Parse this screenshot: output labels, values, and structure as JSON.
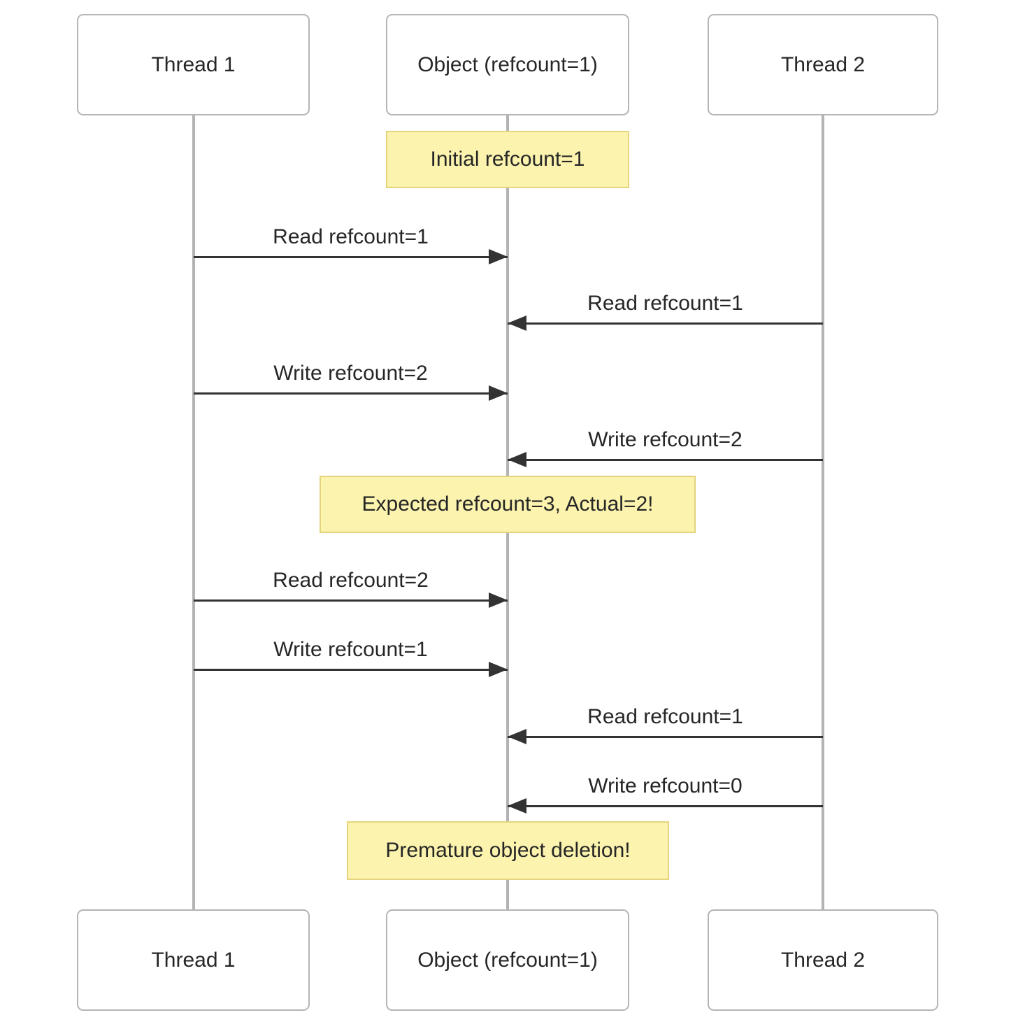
{
  "participants": [
    {
      "label": "Thread 1"
    },
    {
      "label": "Object (refcount=1)"
    },
    {
      "label": "Thread 2"
    }
  ],
  "messages": [
    {
      "from": "Thread 1",
      "to": "Object",
      "direction": "right",
      "label": "Read refcount=1"
    },
    {
      "from": "Thread 2",
      "to": "Object",
      "direction": "left",
      "label": "Read refcount=1"
    },
    {
      "from": "Thread 1",
      "to": "Object",
      "direction": "right",
      "label": "Write refcount=2"
    },
    {
      "from": "Thread 2",
      "to": "Object",
      "direction": "left",
      "label": "Write refcount=2"
    },
    {
      "from": "Thread 1",
      "to": "Object",
      "direction": "right",
      "label": "Read refcount=2"
    },
    {
      "from": "Thread 1",
      "to": "Object",
      "direction": "right",
      "label": "Write refcount=1"
    },
    {
      "from": "Thread 2",
      "to": "Object",
      "direction": "left",
      "label": "Read refcount=1"
    },
    {
      "from": "Thread 2",
      "to": "Object",
      "direction": "left",
      "label": "Write refcount=0"
    }
  ],
  "notes": [
    {
      "over": "Object",
      "label": "Initial refcount=1"
    },
    {
      "over": "Object",
      "label": "Expected refcount=3, Actual=2!"
    },
    {
      "over": "Object",
      "label": "Premature object deletion!"
    }
  ],
  "colors": {
    "note_fill": "#fbf3ae",
    "note_border": "#e3d47d",
    "lifeline": "#b3b3b3",
    "actor_border": "#b5b5b5",
    "actor_fill": "#ffffff",
    "arrow": "#333333",
    "text": "#262626"
  }
}
